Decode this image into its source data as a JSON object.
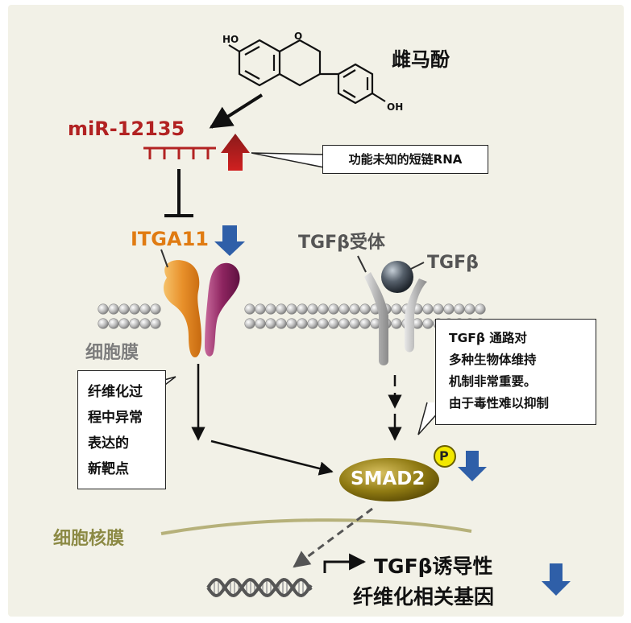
{
  "compound": {
    "name": "雌马酚",
    "substituents": [
      "HO",
      "O",
      "OH"
    ]
  },
  "mirna": {
    "name": "miR-12135",
    "arrow": "up"
  },
  "mirna_callout": "功能未知的短链RNA",
  "itga11": {
    "name": "ITGA11",
    "arrow": "down"
  },
  "tgfb_receptor": "TGFβ受体",
  "tgfb_ligand": "TGFβ",
  "cell_membrane": "细胞膜",
  "fibrosis_callout": [
    "纤维化过",
    "程中异常",
    "表达的",
    "新靶点"
  ],
  "tgfb_callout": [
    "TGFβ 通路对",
    "多种生物体维持",
    "机制非常重要。",
    "由于毒性难以抑制"
  ],
  "smad2": {
    "name": "SMAD2",
    "phospho": "P",
    "arrow": "down"
  },
  "nuclear_membrane": "细胞核膜",
  "genes": {
    "lines": [
      "TGFβ诱导性",
      "纤维化相关基因"
    ],
    "arrow": "down"
  },
  "colors": {
    "background": "#f2f1e7",
    "mirna": "#b22222",
    "itga11_text": "#e07b12",
    "down_arrow": "#2f5fa8",
    "up_arrow": "#c0141b",
    "membrane_text": "#7d7d7d",
    "nuclear_text": "#8c8a45",
    "receptor_text": "#555555"
  }
}
